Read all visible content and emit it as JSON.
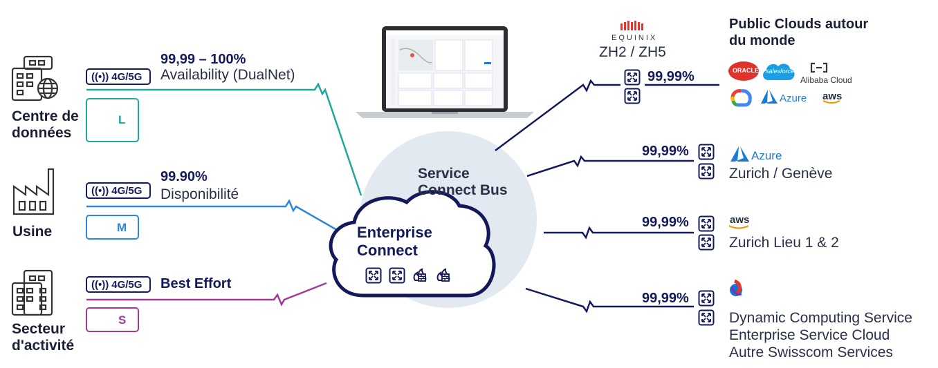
{
  "left": {
    "datacenter": {
      "label": [
        "Centre de",
        "données"
      ],
      "network": "4G/5G",
      "tier": "L",
      "pct": "99,99 – 100%",
      "desc": "Availability (DualNet)",
      "color": "#1ea79d"
    },
    "factory": {
      "label": "Usine",
      "network": "4G/5G",
      "tier": "M",
      "pct": "99.90%",
      "desc": "Disponibilité",
      "color": "#2b87d8"
    },
    "business": {
      "label": [
        "Secteur",
        "d'activité"
      ],
      "network": "4G/5G",
      "tier": "S",
      "pct": "Best Effort",
      "color": "#a23a94"
    }
  },
  "center": {
    "bus": [
      "Service",
      "Connect Bus"
    ],
    "cloud": [
      "Enterprise",
      "Connect"
    ]
  },
  "right": {
    "equinix": {
      "brand": "EQUINIX",
      "sites": "ZH2 / ZH5",
      "pct": "99,99%"
    },
    "public": {
      "title": [
        "Public Clouds autour",
        "du monde"
      ],
      "logos": [
        "ORACLE",
        "salesforce",
        "Alibaba Cloud",
        "Azure",
        "aws"
      ]
    },
    "azure": {
      "brand": "Azure",
      "pct": "99,99%",
      "sites": "Zurich / Genève"
    },
    "aws": {
      "brand": "aws",
      "pct": "99,99%",
      "sites": "Zurich Lieu 1 & 2"
    },
    "swisscom": {
      "pct": "99,99%",
      "services": [
        "Dynamic Computing Service",
        "Enterprise Service Cloud",
        "Autre Swisscom Services"
      ]
    }
  },
  "colors": {
    "navy": "#13195a",
    "bubble": "#e2e9f1",
    "teal": "#1ea79d",
    "blue": "#2b87d8",
    "purple": "#a23a94"
  }
}
